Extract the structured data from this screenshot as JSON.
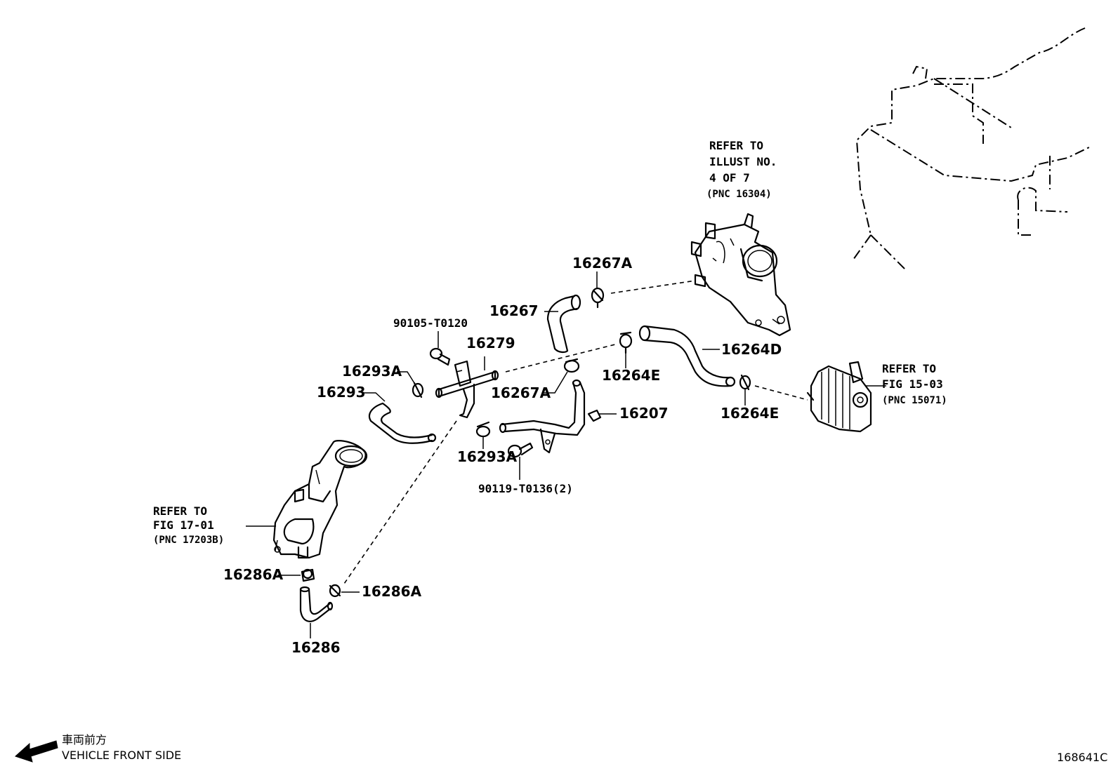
{
  "labels": {
    "p16267A_top": "16267A",
    "p16267": "16267",
    "p90105": "90105-T0120",
    "p16279": "16279",
    "p16293A_top": "16293A",
    "p16293": "16293",
    "p16267A_mid": "16267A",
    "p16264D": "16264D",
    "p16264E_mid": "16264E",
    "p16264E_right": "16264E",
    "p16207": "16207",
    "p16293A_bottom": "16293A",
    "p90119": "90119-T0136(2)",
    "p16286A_left": "16286A",
    "p16286A_right": "16286A",
    "p16286": "16286"
  },
  "refs": {
    "water_pump": [
      "REFER TO",
      "ILLUST NO.",
      "4 OF 7",
      "(PNC 16304)"
    ],
    "oil_cooler": [
      "REFER TO",
      "FIG 15-03",
      "(PNC 15071)"
    ],
    "throttle_body": [
      "REFER TO",
      "FIG 17-01",
      "(PNC 17203B)"
    ]
  },
  "footer": {
    "japanese": "車両前方",
    "direction": "VEHICLE FRONT SIDE",
    "figure_id": "168641C"
  }
}
